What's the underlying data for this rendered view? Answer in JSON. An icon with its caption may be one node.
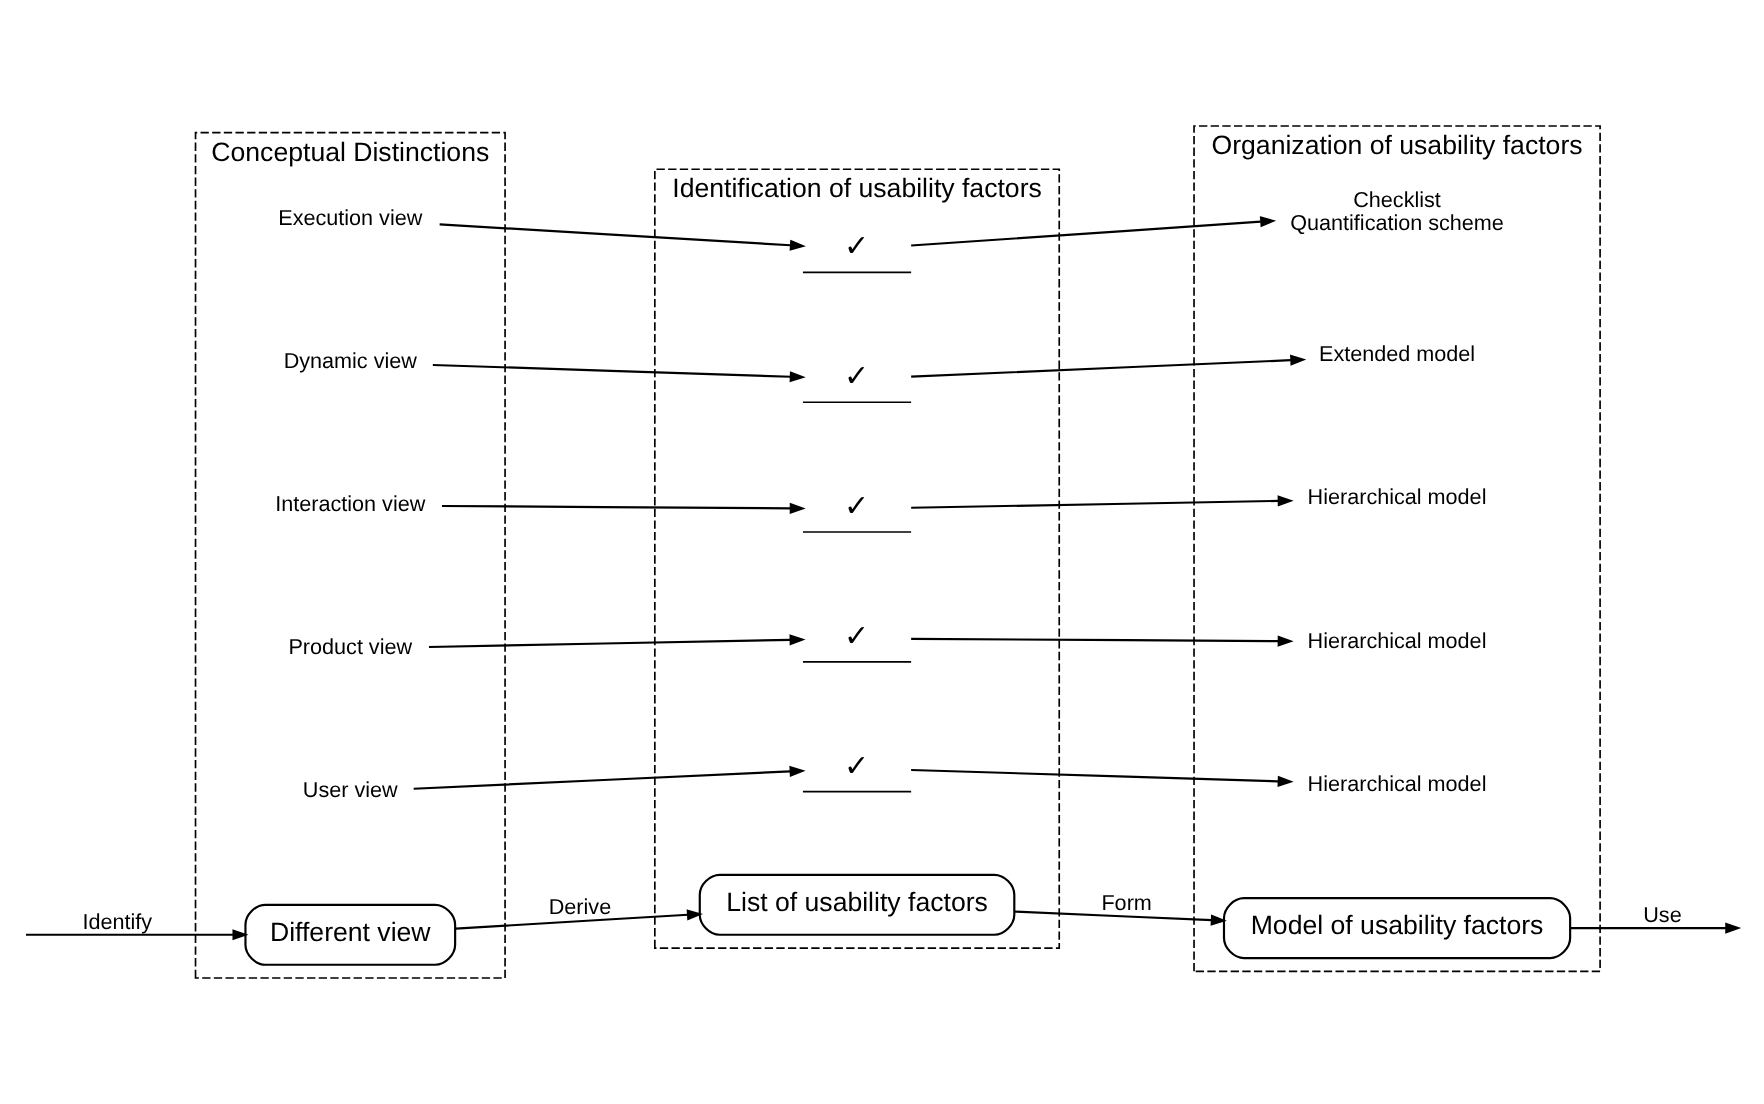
{
  "diagram": {
    "nodes": [
      {
        "text": [
          "Conceptual Distinctions"
        ]
      },
      {
        "text": [
          "Identification of usability factors"
        ]
      },
      {
        "text": [
          "Organization of usability factors"
        ]
      },
      {
        "text": [
          "Different view"
        ],
        "in": 0
      },
      {
        "text": [
          "List of usability factors"
        ],
        "in": 1
      },
      {
        "text": [
          "Model of usability factors"
        ],
        "in": 2
      },
      {
        "text": [
          "User view"
        ],
        "in": 0
      },
      {
        "text": [
          "✓"
        ],
        "in": 1
      },
      {
        "text": [
          "Hierarchical model"
        ],
        "in": 2
      },
      {
        "text": [
          "Product view"
        ],
        "in": 0
      },
      {
        "text": [
          "✓"
        ],
        "in": 1
      },
      {
        "text": [
          "Hierarchical model"
        ],
        "in": 2
      },
      {
        "text": [
          "Interaction view"
        ],
        "in": 0
      },
      {
        "text": [
          "✓"
        ],
        "in": 1
      },
      {
        "text": [
          "Hierarchical model"
        ],
        "in": 2
      },
      {
        "text": [
          "Dynamic view"
        ],
        "in": 0
      },
      {
        "text": [
          "✓"
        ],
        "in": 1
      },
      {
        "text": [
          "Extended model"
        ],
        "in": 2
      },
      {
        "text": [
          "Execution view"
        ],
        "in": 0
      },
      {
        "text": [
          "✓"
        ],
        "in": 1
      },
      {
        "text": [
          "Checklist",
          "Quantification scheme"
        ],
        "in": 2
      }
    ],
    "edges": [
      {
        "from": null,
        "to": 3,
        "arrow": "to",
        "label": "Identify"
      },
      {
        "from": 3,
        "to": 4,
        "arrow": "to",
        "label": "Derive"
      },
      {
        "from": 4,
        "to": 5,
        "arrow": "to",
        "label": "Form"
      },
      {
        "from": 5,
        "to": null,
        "arrow": "to",
        "label": "Use"
      },
      {
        "from": 6,
        "to": 7,
        "arrow": "to"
      },
      {
        "from": 7,
        "to": 8,
        "arrow": "to"
      },
      {
        "from": 9,
        "to": 10,
        "arrow": "to"
      },
      {
        "from": 10,
        "to": 11,
        "arrow": "to"
      },
      {
        "from": 12,
        "to": 13,
        "arrow": "to"
      },
      {
        "from": 13,
        "to": 14,
        "arrow": "to"
      },
      {
        "from": 15,
        "to": 16,
        "arrow": "to"
      },
      {
        "from": 16,
        "to": 17,
        "arrow": "to"
      },
      {
        "from": 18,
        "to": 19,
        "arrow": "to"
      },
      {
        "from": 19,
        "to": 20,
        "arrow": "to"
      }
    ]
  }
}
